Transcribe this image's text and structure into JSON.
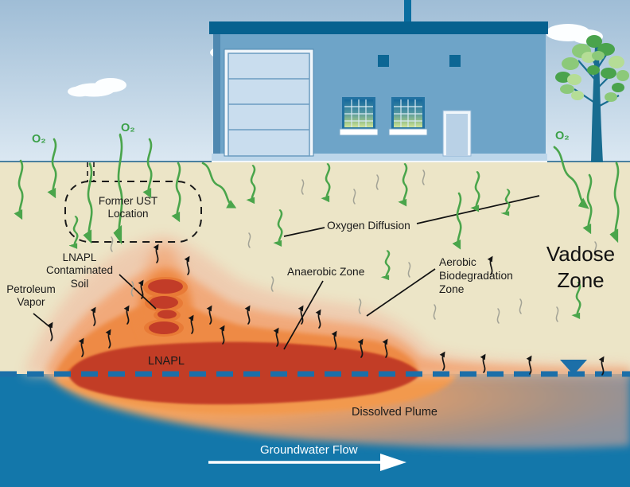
{
  "labels": {
    "oxygen_left": "O₂",
    "oxygen_center": "O₂",
    "oxygen_right": "O₂",
    "former_ust": "Former UST\nLocation",
    "lnapl_contaminated_soil": "LNAPL\nContaminated\nSoil",
    "petroleum_vapor": "Petroleum\nVapor",
    "oxygen_diffusion": "Oxygen Diffusion",
    "anaerobic_zone": "Anaerobic Zone",
    "aerobic_biodegradation_zone": "Aerobic\nBiodegradation\nZone",
    "vadose_zone": "Vadose\nZone",
    "lnapl": "LNAPL",
    "dissolved_plume": "Dissolved Plume",
    "groundwater_flow": "Groundwater Flow"
  },
  "icons": {
    "water_table_marker": "inverted-triangle",
    "groundwater_flow_arrow": "right-arrow",
    "oxygen_arrow": "wavy-down-arrow",
    "vapor_arrow": "wavy-up-arrow"
  },
  "colors": {
    "sky_top": "#9fbdd6",
    "sky_bottom": "#dbe8f2",
    "soil": "#ece5c7",
    "water": "#1377aa",
    "water_table_dash": "#1c6fa8",
    "oxygen_green": "#4aa54b",
    "oxygen_text_green": "#3aa047",
    "lnapl_red": "#c23c28",
    "plume_orange": "#ee7a32",
    "dissolved_plume_gray": "#8c939e",
    "building_roof": "#06618f",
    "building_wall": "#6ea4c8",
    "garage_door": "#c9ddee",
    "tree_trunk": "#186c90",
    "tree_foliage": "#4aa34c",
    "vapor_black": "#151515"
  }
}
